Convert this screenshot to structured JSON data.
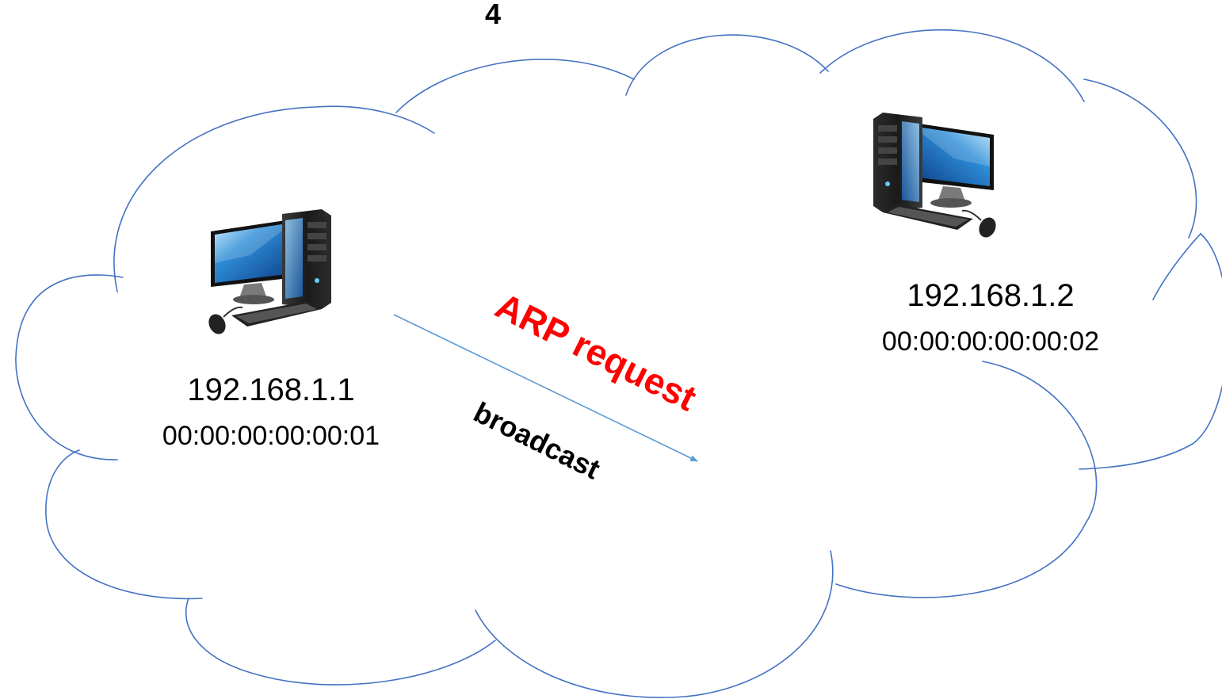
{
  "slide": {
    "number": "4"
  },
  "hosts": [
    {
      "ip": "192.168.1.1",
      "mac": "00:00:00:00:00:01"
    },
    {
      "ip": "192.168.1.2",
      "mac": "00:00:00:00:00:02"
    }
  ],
  "message": {
    "type_label": "ARP request",
    "mode_label": "broadcast"
  },
  "colors": {
    "cloud_stroke": "#4472c4",
    "arrow": "#5b9bd5",
    "request_text": "#ff0000",
    "text": "#000000"
  }
}
